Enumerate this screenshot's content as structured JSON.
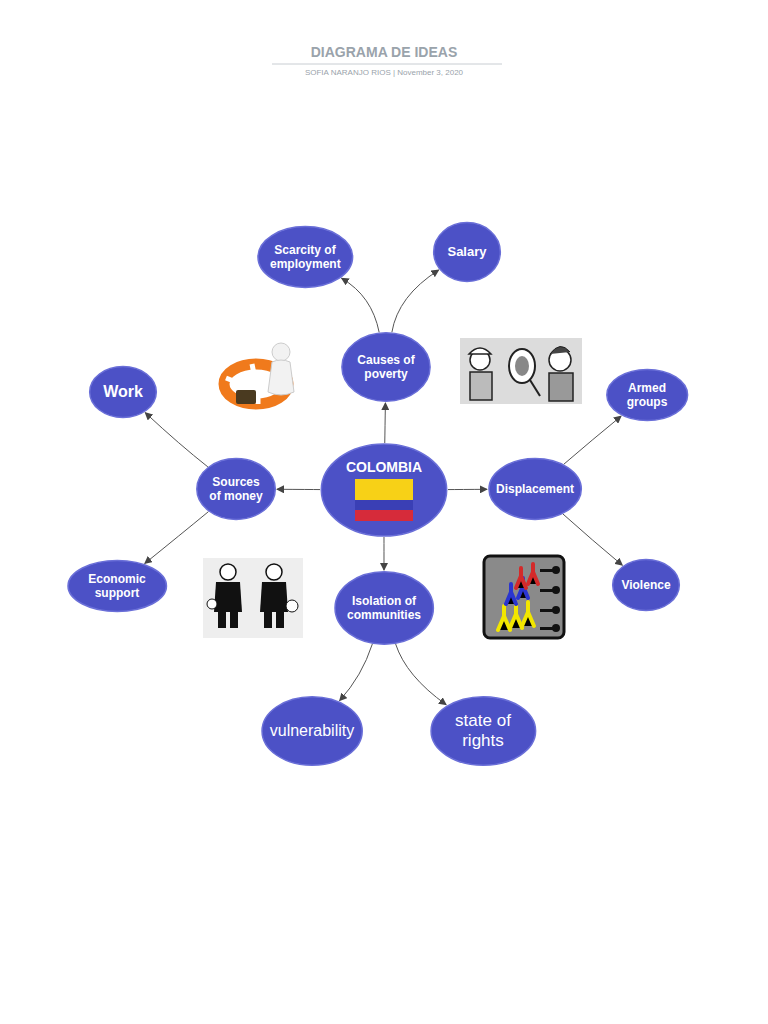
{
  "diagram": {
    "title": "DIAGRAMA DE IDEAS",
    "nodes": [
      {
        "text": [
          "Scarcity of employment"
        ]
      },
      {
        "text": [
          "Salary"
        ]
      },
      {
        "text": [
          "Causes of poverty"
        ]
      },
      {
        "text": [
          "Work"
        ]
      },
      {
        "text": [
          "Armed groups"
        ]
      },
      {
        "text": [
          "Sources of money"
        ]
      },
      {
        "text": [
          "COLOMBIA"
        ]
      },
      {
        "text": [
          "Displacement"
        ]
      },
      {
        "text": [
          "Economic support"
        ]
      },
      {
        "text": [
          "Violence"
        ]
      },
      {
        "text": [
          "Isolation of communities"
        ]
      },
      {
        "text": [
          "vulnerability"
        ]
      },
      {
        "text": [
          "state of rights"
        ]
      }
    ],
    "edges": [
      {
        "from": 6,
        "to": 2,
        "arrow": "to"
      },
      {
        "from": 2,
        "to": 0,
        "arrow": "to"
      },
      {
        "from": 2,
        "to": 1,
        "arrow": "to"
      },
      {
        "from": 6,
        "to": 5,
        "arrow": "to"
      },
      {
        "from": 5,
        "to": 3,
        "arrow": "to"
      },
      {
        "from": 5,
        "to": 8,
        "arrow": "to"
      },
      {
        "from": 6,
        "to": 7,
        "arrow": "to"
      },
      {
        "from": 7,
        "to": 4,
        "arrow": "to"
      },
      {
        "from": 7,
        "to": 9,
        "arrow": "to"
      },
      {
        "from": 6,
        "to": 10,
        "arrow": "to"
      },
      {
        "from": 10,
        "to": 11,
        "arrow": "to"
      },
      {
        "from": 10,
        "to": 12,
        "arrow": "to"
      }
    ],
    "labels": [
      "SOFIA NARANJO RIOS | November 3, 2020"
    ]
  }
}
